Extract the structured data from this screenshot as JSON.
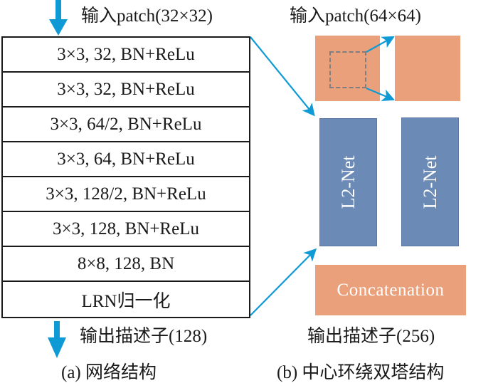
{
  "panel_a": {
    "input_label": "输入patch(32×32)",
    "layers": [
      "3×3, 32, BN+ReLu",
      "3×3, 32, BN+ReLu",
      "3×3, 64/2, BN+ReLu",
      "3×3, 64, BN+ReLu",
      "3×3, 128/2, BN+ReLu",
      "3×3, 128, BN+ReLu",
      "8×8, 128, BN",
      "LRN归一化"
    ],
    "output_label": "输出描述子(128)",
    "caption": "(a) 网络结构"
  },
  "panel_b": {
    "input_label": "输入patch(64×64)",
    "towers": [
      "L2-Net",
      "L2-Net"
    ],
    "concat_label": "Concatenation",
    "output_label": "输出描述子(256)",
    "caption": "(b) 中心环绕双塔结构"
  },
  "colors": {
    "arrow": "#0f9ad6",
    "patch": "#e9a07b",
    "tower": "#6b8ab5",
    "border": "#1a1a1a"
  }
}
